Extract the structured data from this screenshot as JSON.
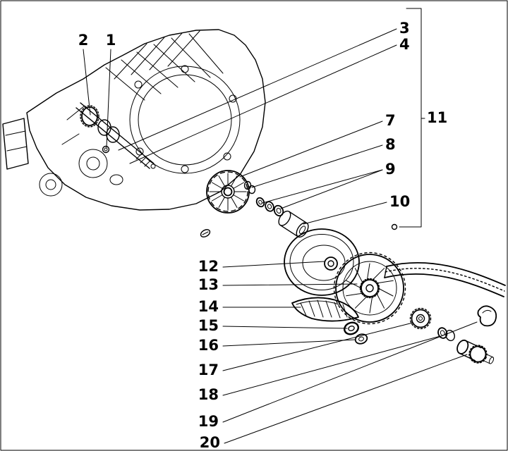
{
  "diagram": {
    "background": "#ffffff",
    "line_color": "#000000",
    "callouts": {
      "n1": "1",
      "n2": "2",
      "n3": "3",
      "n4": "4",
      "n7": "7",
      "n8": "8",
      "n9": "9",
      "n10": "10",
      "n11": "11",
      "n12": "12",
      "n13": "13",
      "n14": "14",
      "n15": "15",
      "n16": "16",
      "n17": "17",
      "n18": "18",
      "n19": "19",
      "n20": "20"
    }
  }
}
